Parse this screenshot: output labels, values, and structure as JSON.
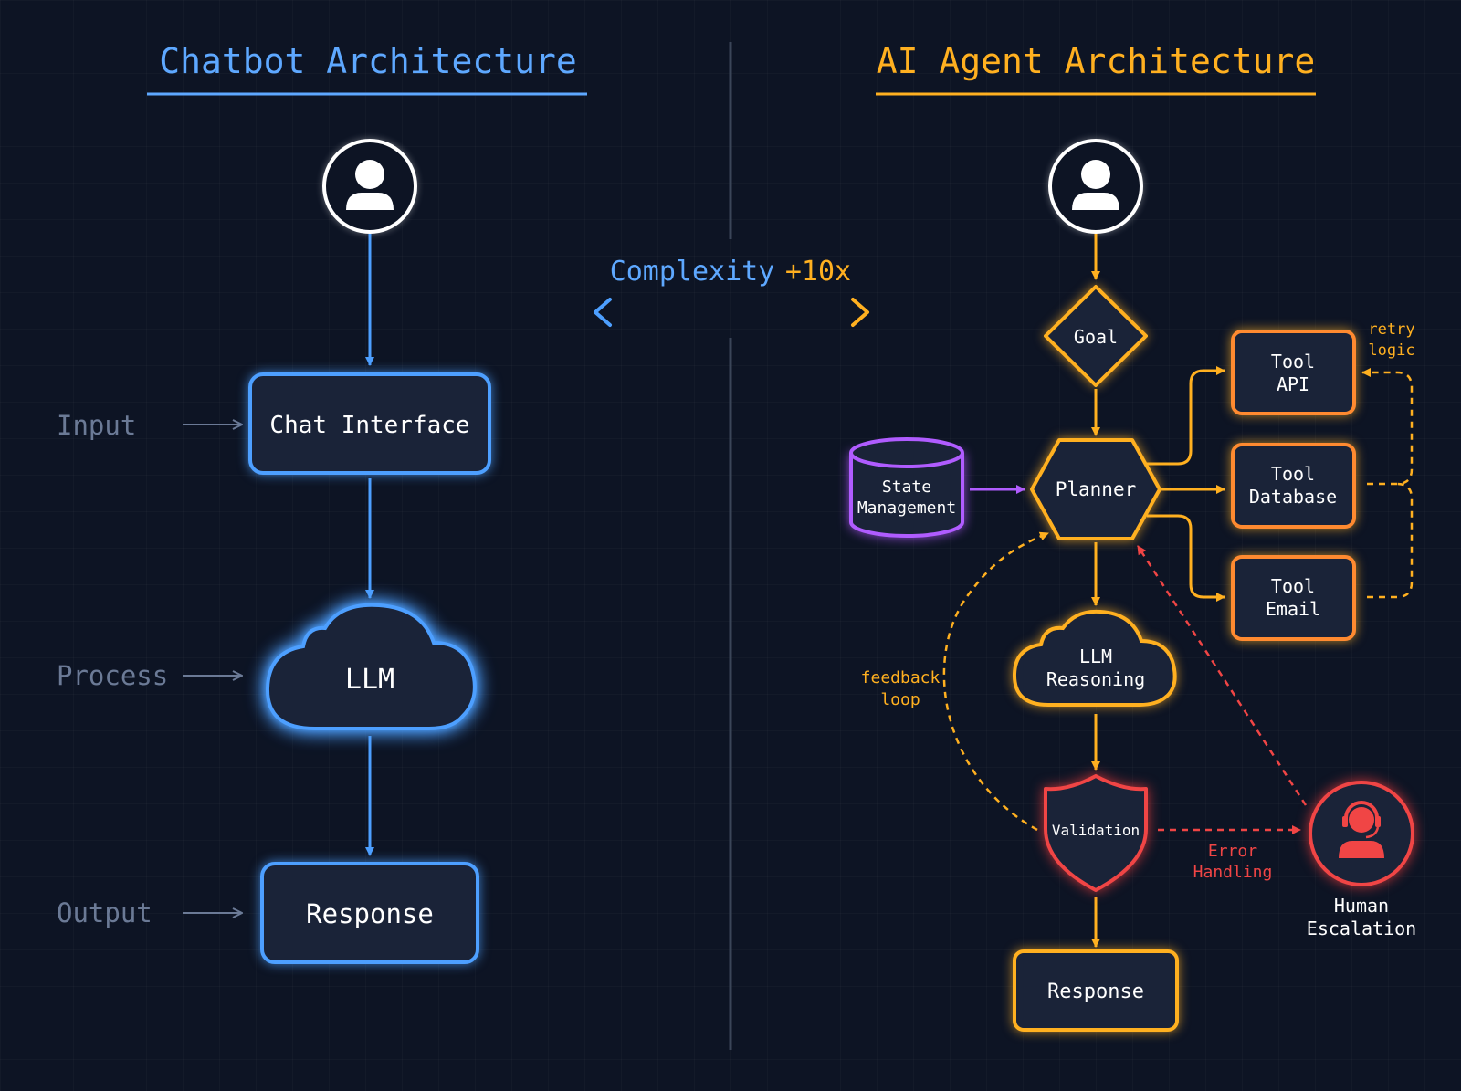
{
  "left": {
    "title": "Chatbot Architecture",
    "row_labels": {
      "input": "Input",
      "process": "Process",
      "output": "Output"
    },
    "nodes": {
      "chat_interface": "Chat Interface",
      "llm": "LLM",
      "response": "Response"
    }
  },
  "center": {
    "complexity_label": "Complexity",
    "complexity_multiplier": "+10x"
  },
  "right": {
    "title": "AI Agent Architecture",
    "nodes": {
      "goal": "Goal",
      "planner": "Planner",
      "state_line1": "State",
      "state_line2": "Management",
      "tool_api_line1": "Tool",
      "tool_api_line2": "API",
      "tool_db_line1": "Tool",
      "tool_db_line2": "Database",
      "tool_email_line1": "Tool",
      "tool_email_line2": "Email",
      "llm_line1": "LLM",
      "llm_line2": "Reasoning",
      "validation": "Validation",
      "response": "Response",
      "human_line1": "Human",
      "human_line2": "Escalation"
    },
    "annotations": {
      "retry_line1": "retry",
      "retry_line2": "logic",
      "feedback_line1": "feedback",
      "feedback_line2": "loop",
      "error_line1": "Error",
      "error_line2": "Handling"
    }
  },
  "colors": {
    "background": "#0d1424",
    "node_fill": "#1a2338",
    "blue": "#4d9fff",
    "blue_title": "#5ea8ff",
    "orange": "#ffb020",
    "tool_orange": "#ff8a30",
    "purple": "#b05cff",
    "red": "#f04545",
    "muted_label": "#6b7a96",
    "divider": "#3a4558"
  },
  "icons": {
    "user": "user-icon",
    "human_support": "headset-user-icon"
  }
}
